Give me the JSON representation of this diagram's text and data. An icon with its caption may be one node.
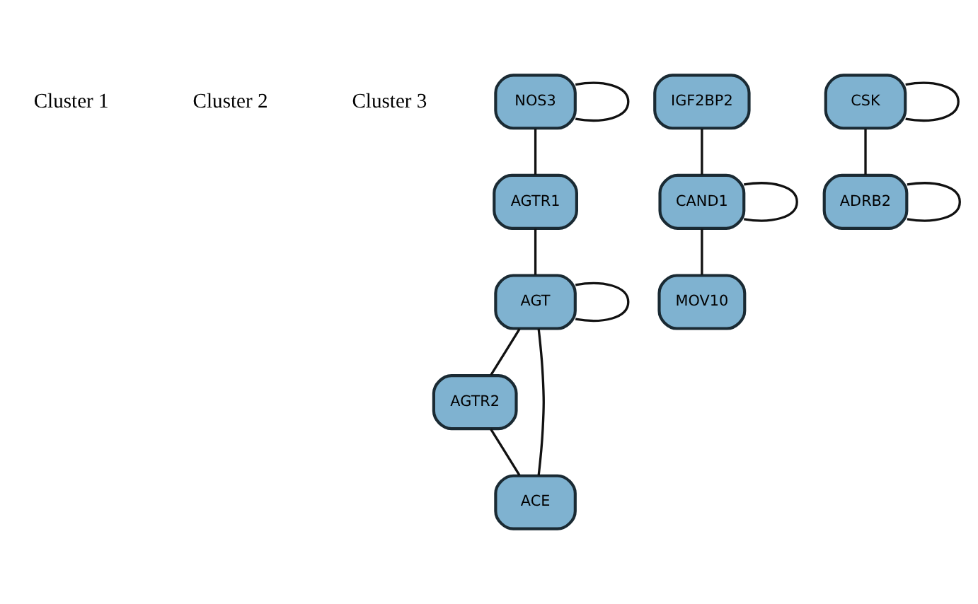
{
  "diagram": {
    "nodes": [
      {
        "text": [
          "NOS3"
        ]
      },
      {
        "text": [
          "AGTR1"
        ]
      },
      {
        "text": [
          "AGT"
        ]
      },
      {
        "text": [
          "AGTR2"
        ]
      },
      {
        "text": [
          "ACE"
        ]
      },
      {
        "text": [
          "IGF2BP2"
        ]
      },
      {
        "text": [
          "CAND1"
        ]
      },
      {
        "text": [
          "MOV10"
        ]
      },
      {
        "text": [
          "CSK"
        ]
      },
      {
        "text": [
          "ADRB2"
        ]
      }
    ],
    "edges": [
      {
        "from": 0,
        "to": 0,
        "arrow": "none"
      },
      {
        "from": 0,
        "to": 1,
        "arrow": "none"
      },
      {
        "from": 1,
        "to": 2,
        "arrow": "none"
      },
      {
        "from": 2,
        "to": 2,
        "arrow": "none"
      },
      {
        "from": 2,
        "to": 3,
        "arrow": "none"
      },
      {
        "from": 2,
        "to": 4,
        "arrow": "none"
      },
      {
        "from": 3,
        "to": 4,
        "arrow": "none"
      },
      {
        "from": 5,
        "to": 6,
        "arrow": "none"
      },
      {
        "from": 6,
        "to": 6,
        "arrow": "none"
      },
      {
        "from": 6,
        "to": 7,
        "arrow": "none"
      },
      {
        "from": 8,
        "to": 8,
        "arrow": "none"
      },
      {
        "from": 8,
        "to": 9,
        "arrow": "none"
      },
      {
        "from": 9,
        "to": 9,
        "arrow": "none"
      }
    ],
    "labels": [
      "Cluster 1",
      "Cluster 2",
      "Cluster 3"
    ]
  }
}
